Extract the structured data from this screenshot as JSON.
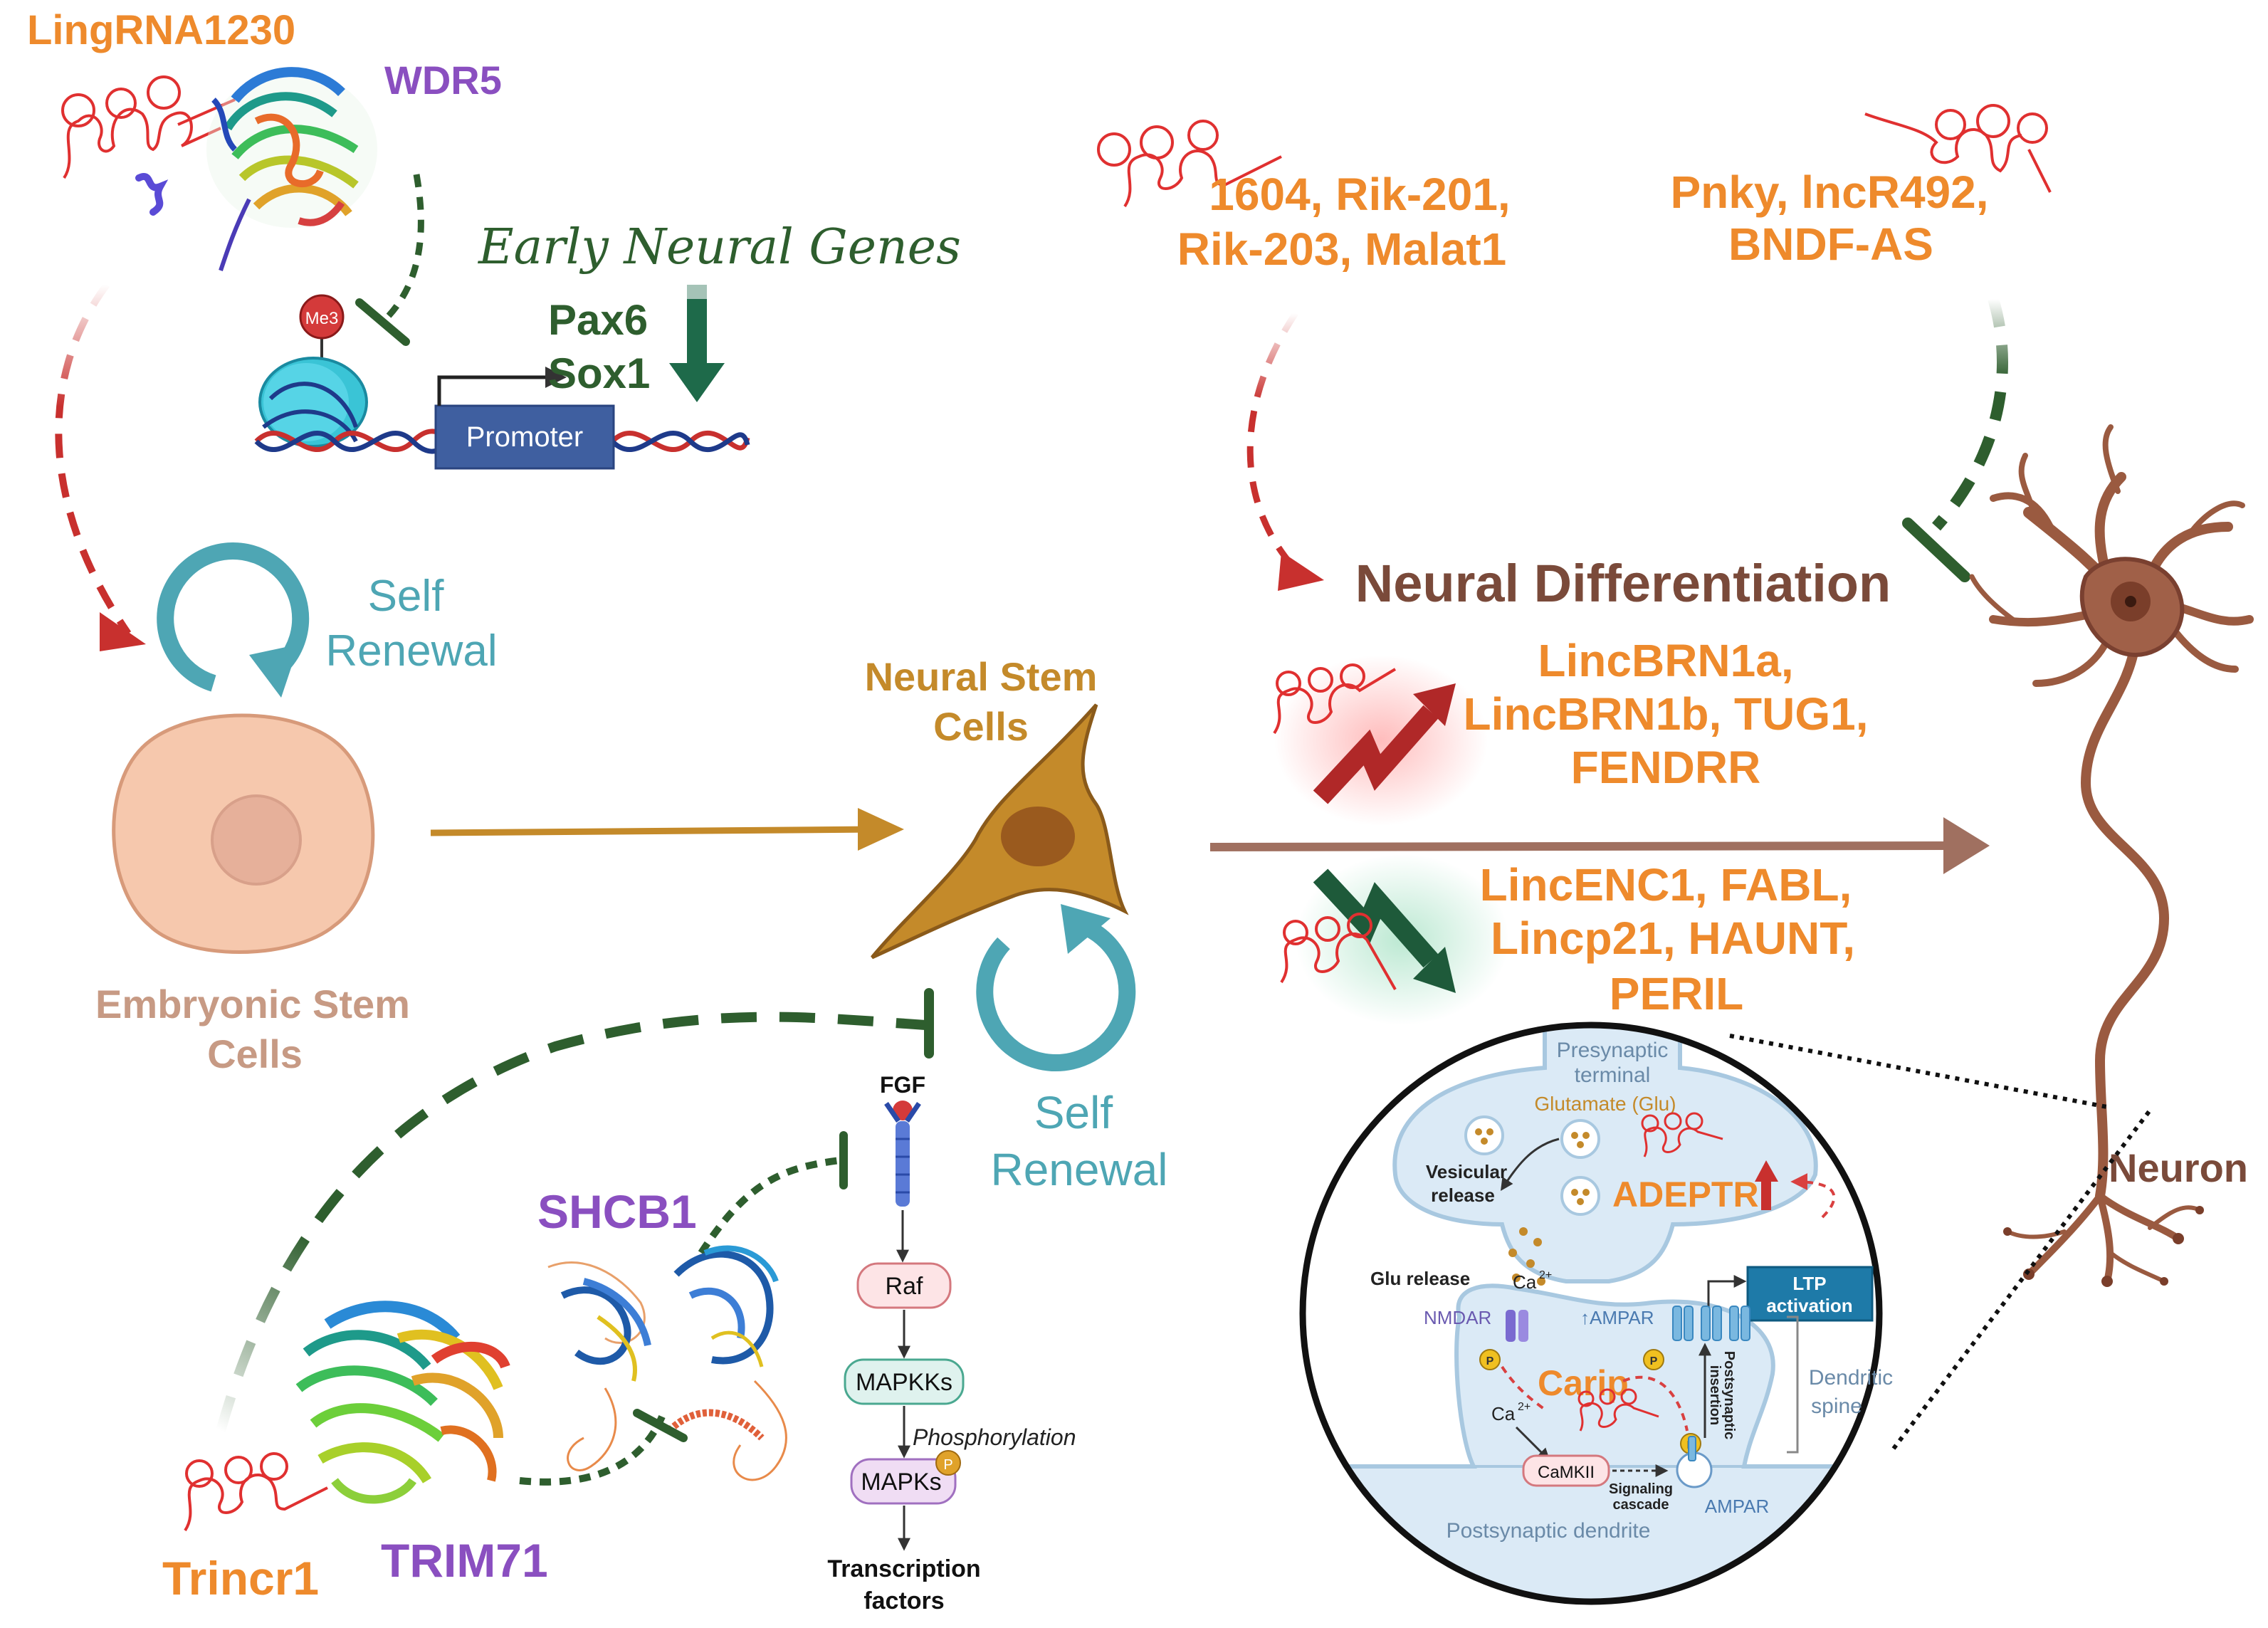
{
  "colors": {
    "orange": "#ee8a2c",
    "purple": "#8a4fc0",
    "green": "#2e5e2e",
    "teal": "#4ea6b4",
    "red": "#c8302e",
    "brown": "#7a4a3a",
    "tan": "#c79a84",
    "gold": "#c48a2a"
  },
  "top_left": {
    "lingrna": "LingRNA1230",
    "wdr5": "WDR5",
    "me3": "Me3",
    "early_genes": "Early Neural Genes",
    "pax6": "Pax6",
    "sox1": "Sox1",
    "promoter": "Promoter"
  },
  "left": {
    "self_renewal_1": "Self",
    "self_renewal_2": "Renewal",
    "esc_1": "Embryonic Stem",
    "esc_2": "Cells"
  },
  "center": {
    "nsc_1": "Neural Stem",
    "nsc_2": "Cells",
    "self_renewal_1": "Self",
    "self_renewal_2": "Renewal"
  },
  "bottom_left": {
    "shcb1": "SHCB1",
    "trincr1": "Trincr1",
    "trim71": "TRIM71",
    "fgf": "FGF",
    "raf": "Raf",
    "mapkks": "MAPKKs",
    "phosphorylation": "Phosphorylation",
    "mapks": "MAPKs",
    "p": "P",
    "tf_1": "Transcription",
    "tf_2": "factors"
  },
  "top_right": {
    "group_a_1": "1604, Rik-201,",
    "group_a_2": "Rik-203, Malat1",
    "group_b_1": "Pnky, lncR492,",
    "group_b_2": "BNDF-AS"
  },
  "right": {
    "neural_diff": "Neural Differentiation",
    "up_1": "LincBRN1a,",
    "up_2": "LincBRN1b, TUG1,",
    "up_3": "FENDRR",
    "down_1": "LincENC1, FABL,",
    "down_2": "Lincp21, HAUNT,",
    "down_3": "PERIL",
    "neuron": "Neuron"
  },
  "synapse": {
    "presyn_1": "Presynaptic",
    "presyn_2": "terminal",
    "glutamate": "Glutamate (Glu)",
    "vesicular_1": "Vesicular",
    "vesicular_2": "release",
    "adeptr": "ADEPTR",
    "glu_release": "Glu release",
    "ca": "Ca",
    "ca_sup": "2+",
    "ltp_1": "LTP",
    "ltp_2": "activation",
    "nmdar": "NMDAR",
    "ampar_up": "↑AMPAR",
    "carip": "Carip",
    "postsyn_ins_1": "Postsynaptic",
    "postsyn_ins_2": "insertion",
    "dendritic_1": "Dendritic",
    "dendritic_2": "spine",
    "camkii": "CaMKII",
    "signaling_1": "Signaling",
    "signaling_2": "cascade",
    "ampar": "AMPAR",
    "postsyn_dend": "Postsynaptic dendrite",
    "p": "P"
  }
}
